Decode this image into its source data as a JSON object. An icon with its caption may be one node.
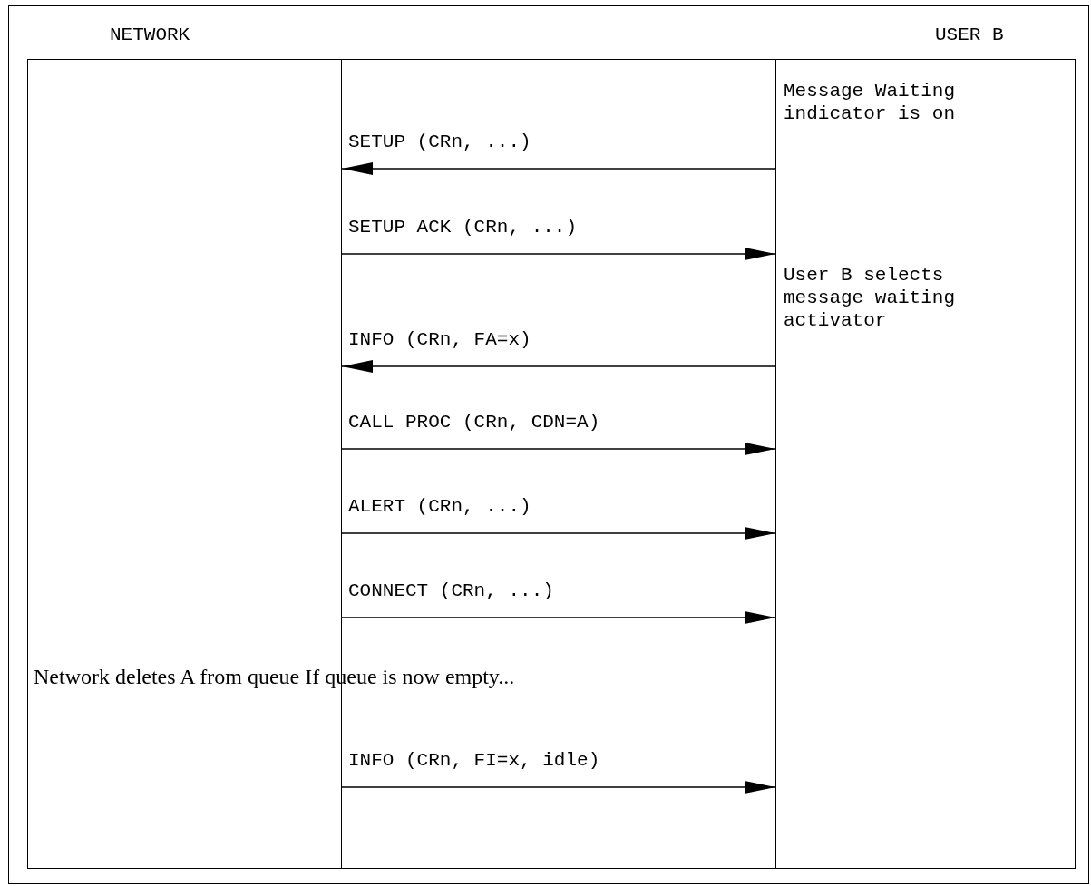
{
  "diagram": {
    "nodes": [
      {
        "text": [
          "NETWORK"
        ]
      },
      {
        "text": [
          "USER B",
          "Message Waiting indicator is on",
          "User B selects message waiting activator"
        ]
      }
    ],
    "edges": [
      {
        "from": 1,
        "to": 0,
        "arrow": "to",
        "label": "SETUP (CRn, ...)"
      },
      {
        "from": 0,
        "to": 1,
        "arrow": "to",
        "label": "SETUP ACK (CRn, ...)"
      },
      {
        "from": 1,
        "to": 0,
        "arrow": "to",
        "label": "INFO (CRn, FA=x)"
      },
      {
        "from": 0,
        "to": 1,
        "arrow": "to",
        "label": "CALL PROC (CRn, CDN=A)"
      },
      {
        "from": 0,
        "to": 1,
        "arrow": "to",
        "label": "ALERT (CRn, ...)"
      },
      {
        "from": 0,
        "to": 1,
        "arrow": "to",
        "label": "CONNECT (CRn, ...)"
      },
      {
        "from": 0,
        "to": 1,
        "arrow": "to",
        "label": "INFO (CRn, FI=x, idle)"
      }
    ],
    "labels": [
      "Network deletes A from queue If queue is now empty..."
    ]
  }
}
